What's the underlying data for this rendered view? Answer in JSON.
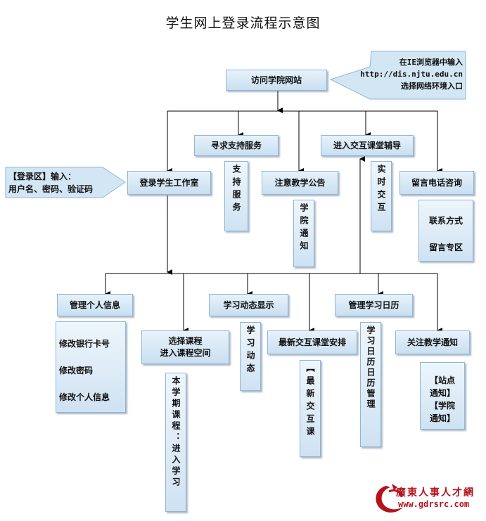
{
  "title": "学生网上登录流程示意图",
  "nodes": {
    "visit": "访问学院网站",
    "support": "寻求支持服务",
    "interactive": "进入交互课堂辅导",
    "studio": "登录学生工作室",
    "notice": "注意教学公告",
    "message": "留言电话咨询",
    "personal": "管理个人信息",
    "course_line1": "选择课程",
    "course_line2": "进入课程空间",
    "dynamic": "学习动态显示",
    "latest": "最新交互课堂安排",
    "calendar": "管理学习日历",
    "focus": "关注教学通知"
  },
  "callouts": {
    "browser": [
      "在IE浏览器中输入",
      "http://dis.njtu.edu.cn",
      "选择网络环境入口"
    ],
    "login": [
      "【登录区】输入：",
      "用户名、密码、验证码"
    ]
  },
  "subs": {
    "support": "支持服务",
    "notice": "学院通知",
    "realtime": "实时交互",
    "contact": [
      "联系方式",
      "留言专区"
    ],
    "personal": [
      "修改银行卡号",
      "修改密码",
      "修改个人信息"
    ],
    "course": "本学期课程：进入学习",
    "dynamic": "学习动态",
    "latest": "【最新交互课",
    "calendar": "学习日历日历管理",
    "focus": [
      "【站点",
      "通知】",
      "【学院",
      "通知】"
    ]
  },
  "logo": {
    "name": "廣東人事人才網",
    "url": "www.gdrsrc.com"
  },
  "colors": {
    "box_fill": "#d6e7f5",
    "box_border": "#8fb6d3",
    "line": "#000000",
    "logo_red": "#b5121b"
  }
}
